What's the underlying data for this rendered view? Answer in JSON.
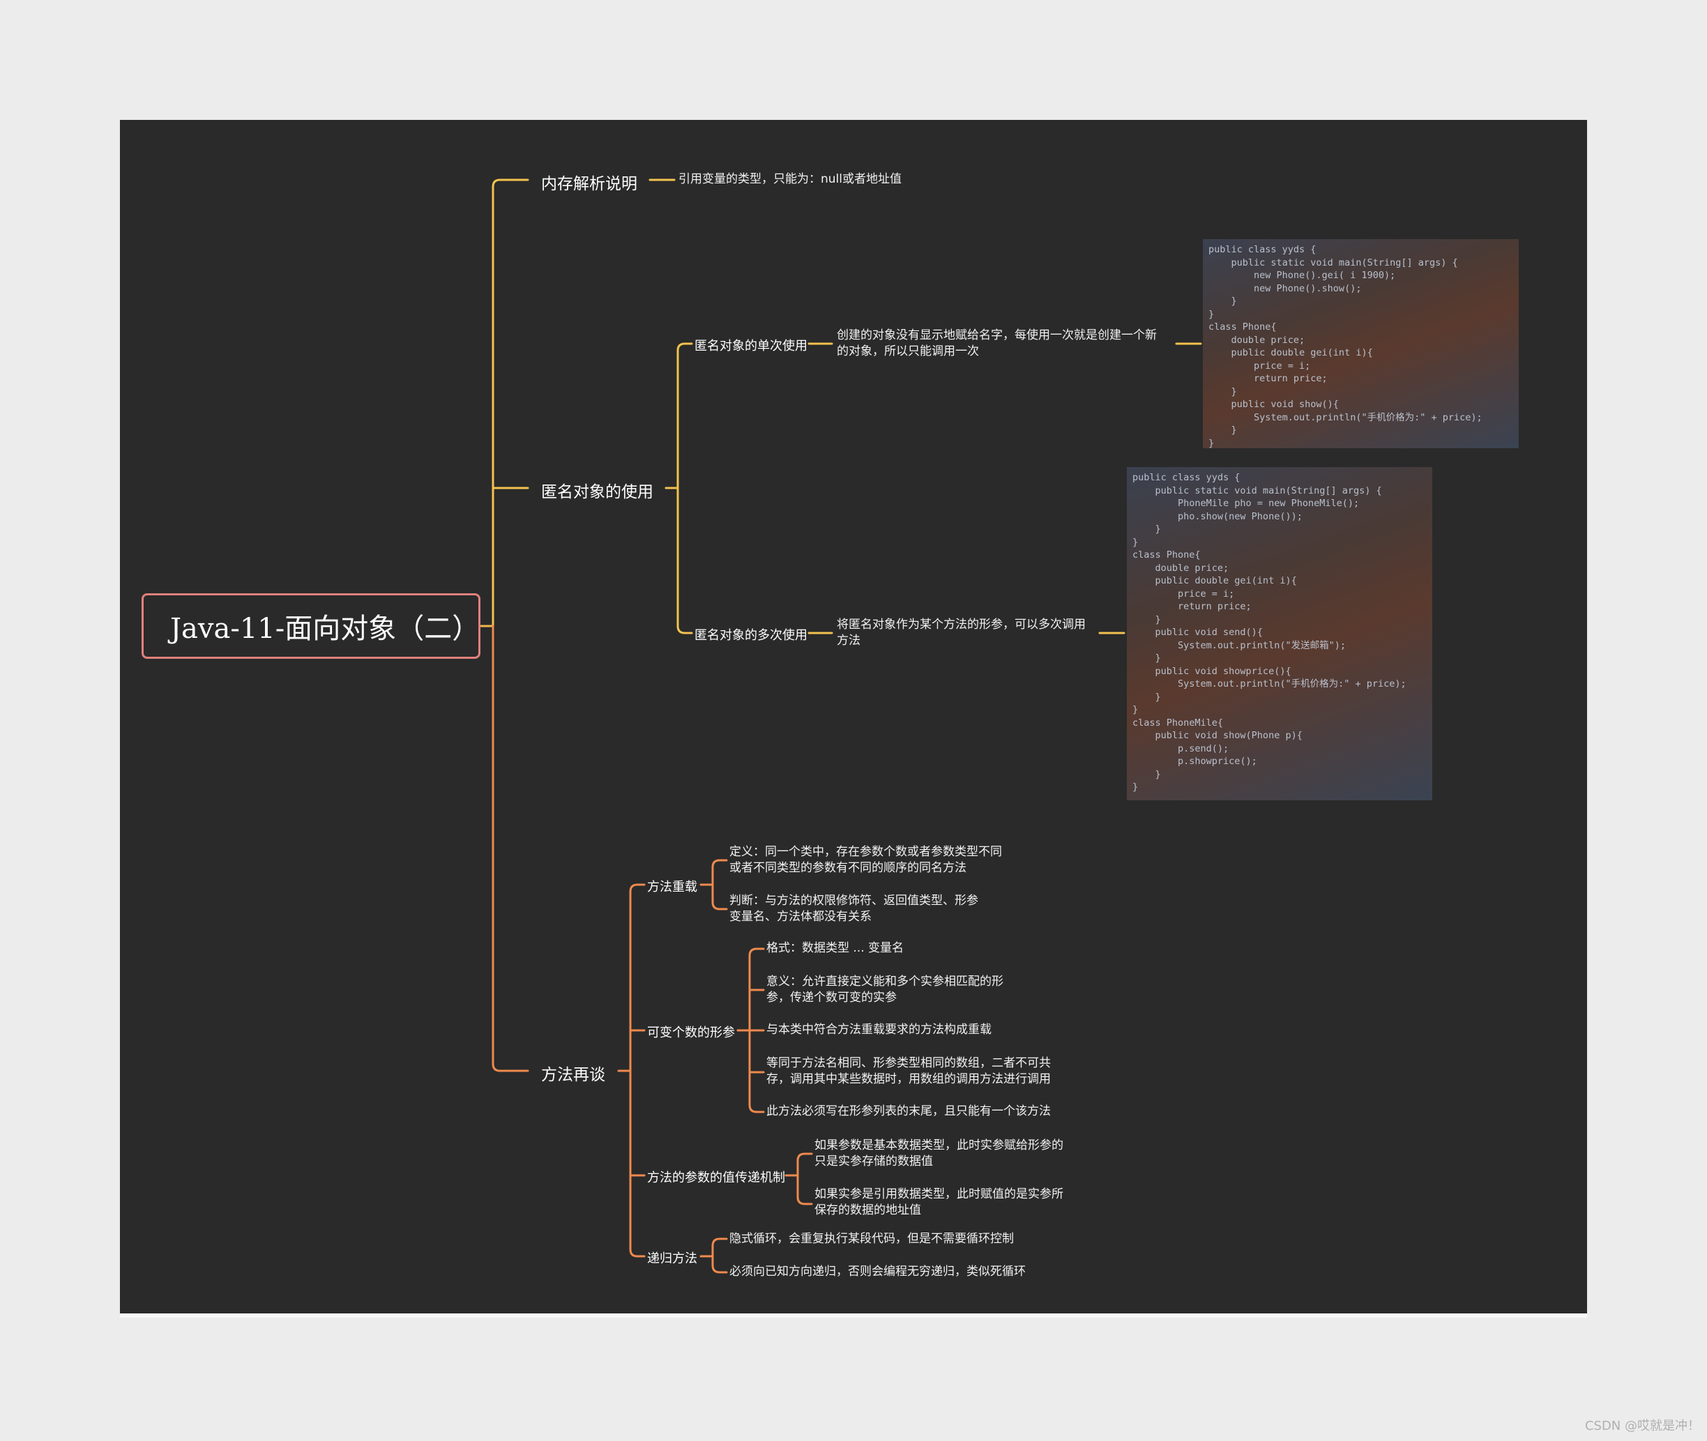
{
  "root": "Java-11-面向对象（二）",
  "memory": {
    "title": "内存解析说明",
    "note": "引用变量的类型，只能为：null或者地址值"
  },
  "anonymous": {
    "title": "匿名对象的使用",
    "single": {
      "title": "匿名对象的单次使用",
      "desc": [
        "创建的对象没有显示地赋给名字，每使用一次就是创建一个新",
        "的对象，所以只能调用一次"
      ],
      "code": [
        "public class yyds {",
        "    public static void main(String[] args) {",
        "        new Phone().gei( i 1900);",
        "        new Phone().show();",
        "    }",
        "}",
        "class Phone{",
        "    double price;",
        "    public double gei(int i){",
        "        price = i;",
        "        return price;",
        "    }",
        "    public void show(){",
        "        System.out.println(\"手机价格为:\" + price);",
        "    }",
        "}"
      ]
    },
    "multi": {
      "title": "匿名对象的多次使用",
      "desc": [
        "将匿名对象作为某个方法的形参，可以多次调用",
        "方法"
      ],
      "code": [
        "public class yyds {",
        "    public static void main(String[] args) {",
        "        PhoneMile pho = new PhoneMile();",
        "        pho.show(new Phone());",
        "    }",
        "}",
        "class Phone{",
        "    double price;",
        "    public double gei(int i){",
        "        price = i;",
        "        return price;",
        "    }",
        "    public void send(){",
        "        System.out.println(\"发送邮箱\");",
        "    }",
        "    public void showprice(){",
        "        System.out.println(\"手机价格为:\" + price);",
        "    }",
        "}",
        "class PhoneMile{",
        "    public void show(Phone p){",
        "        p.send();",
        "        p.showprice();",
        "    }",
        "}"
      ]
    }
  },
  "method": {
    "title": "方法再谈",
    "overload": {
      "title": "方法重载",
      "items": [
        [
          "定义：同一个类中，存在参数个数或者参数类型不同",
          "或者不同类型的参数有不同的顺序的同名方法"
        ],
        [
          "判断：与方法的权限修饰符、返回值类型、形参",
          "变量名、方法体都没有关系"
        ]
      ]
    },
    "varargs": {
      "title": "可变个数的形参",
      "items": [
        [
          "格式：数据类型 ... 变量名"
        ],
        [
          "意义：允许直接定义能和多个实参相匹配的形",
          "参，传递个数可变的实参"
        ],
        [
          "与本类中符合方法重载要求的方法构成重载"
        ],
        [
          "等同于方法名相同、形参类型相同的数组，二者不可共",
          "存，调用其中某些数据时，用数组的调用方法进行调用"
        ],
        [
          "此方法必须写在形参列表的末尾，且只能有一个该方法"
        ]
      ]
    },
    "passing": {
      "title": "方法的参数的值传递机制",
      "items": [
        [
          "如果参数是基本数据类型，此时实参赋给形参的",
          "只是实参存储的数据值"
        ],
        [
          "如果实参是引用数据类型，此时赋值的是实参所",
          "保存的数据的地址值"
        ]
      ]
    },
    "recursion": {
      "title": "递归方法",
      "items": [
        [
          "隐式循环，会重复执行某段代码，但是不需要循环控制"
        ],
        [
          "必须向已知方向递归，否则会编程无穷递归，类似死循环"
        ]
      ]
    }
  },
  "watermark": "CSDN @哎就是冲！",
  "colors": {
    "yellow": "#f3c34f",
    "orange": "#ef8a4d",
    "rootBorder": "#e0817d"
  }
}
